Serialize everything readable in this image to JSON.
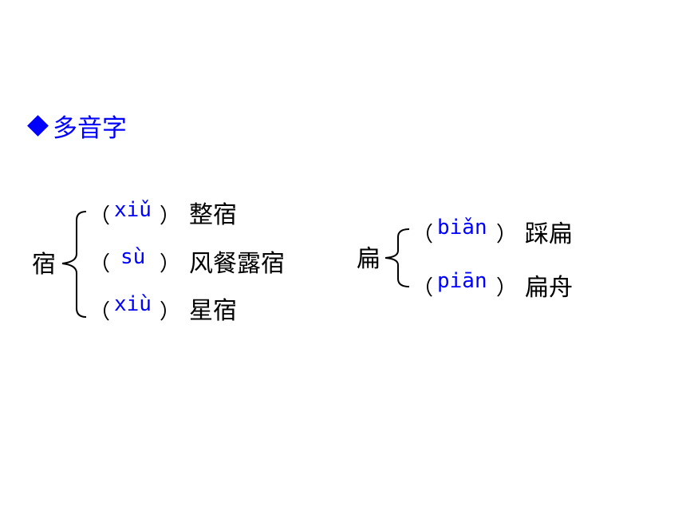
{
  "heading": "多音字",
  "entries": [
    {
      "char": "宿",
      "readings": [
        {
          "pinyin": "xiǔ",
          "word": "整宿"
        },
        {
          "pinyin": "sù",
          "word": "风餐露宿"
        },
        {
          "pinyin": "xiù",
          "word": "星宿"
        }
      ]
    },
    {
      "char": "扁",
      "readings": [
        {
          "pinyin": "biǎn",
          "word": "踩扁"
        },
        {
          "pinyin": "piān",
          "word": "扁舟"
        }
      ]
    }
  ],
  "paren_open": "（",
  "paren_close": "）",
  "colors": {
    "accent": "#0000ff",
    "text": "#000000"
  }
}
